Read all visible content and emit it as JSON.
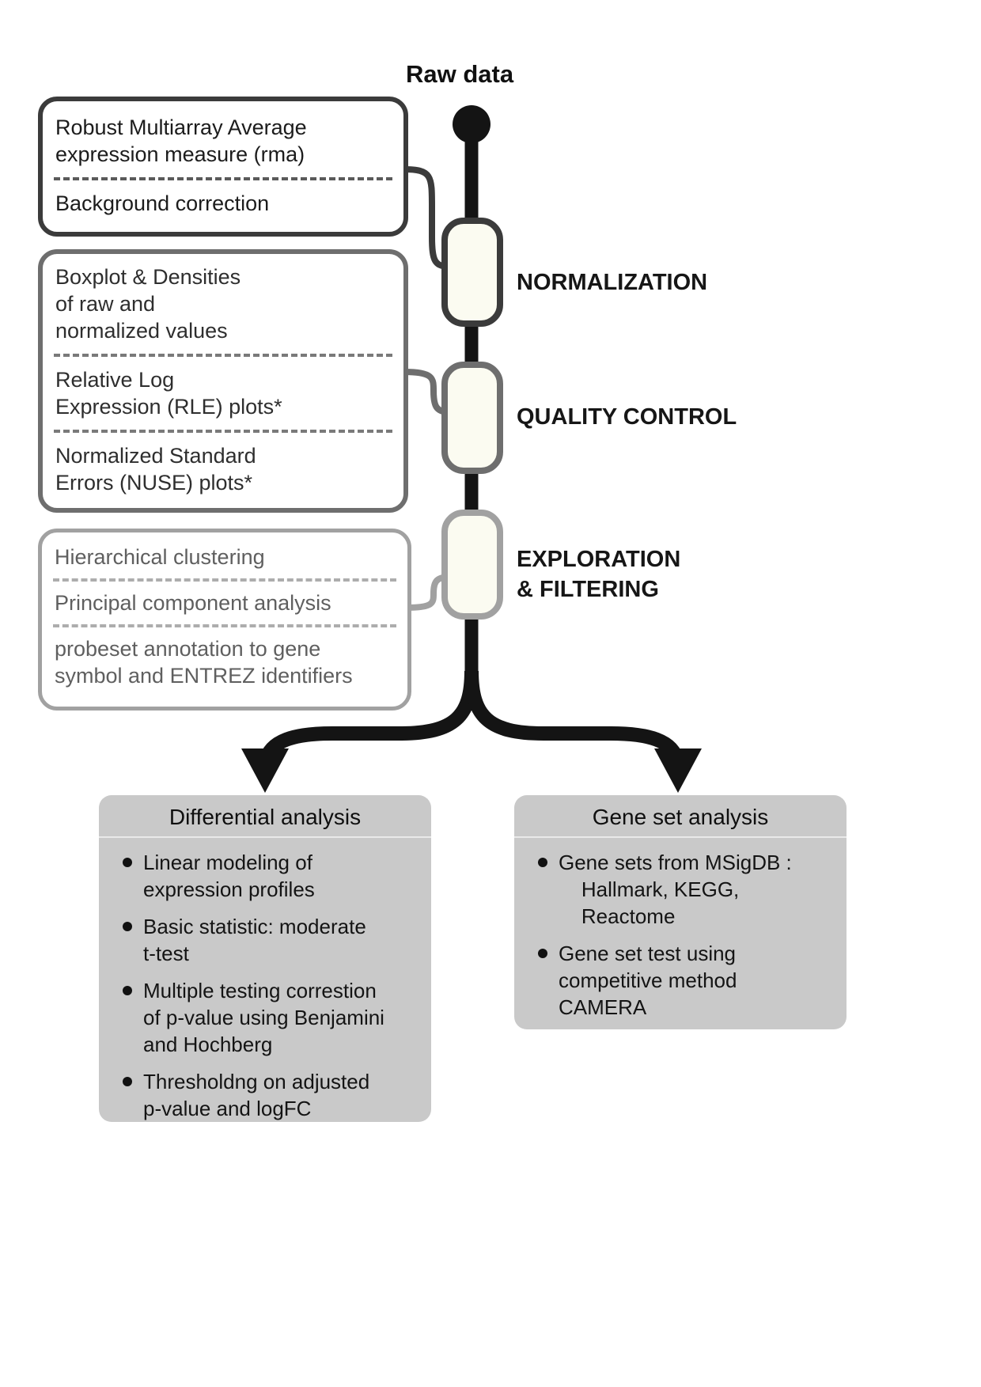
{
  "raw_data_label": "Raw data",
  "colors": {
    "spine": "#141414",
    "stage1_border": "#3b3b3b",
    "stage2_border": "#6e6e6e",
    "stage3_border": "#a1a1a1",
    "node_fill": "#fbfbf1",
    "bottom_box_fill": "#c9c9c9",
    "text_dark": "#1a1a1a",
    "text_gray": "#5f5f5f"
  },
  "stage_labels": [
    "NORMALIZATION",
    "QUALITY CONTROL",
    "EXPLORATION\n& FILTERING"
  ],
  "method_boxes": [
    {
      "items": [
        "Robust Multiarray Average\nexpression measure (rma)",
        "Background correction"
      ]
    },
    {
      "items": [
        "Boxplot & Densities\nof raw and\nnormalized values",
        "Relative Log\nExpression (RLE) plots*",
        "Normalized Standard\nErrors (NUSE) plots*"
      ]
    },
    {
      "items": [
        "Hierarchical clustering",
        "Principal component analysis",
        "probeset annotation to gene\nsymbol and ENTREZ identifiers"
      ]
    }
  ],
  "bottom_boxes": [
    {
      "title": "Differential analysis",
      "bullets": [
        "Linear modeling of\nexpression profiles",
        "Basic statistic: moderate\nt-test",
        "Multiple testing correstion\nof p-value using Benjamini\nand Hochberg",
        "Thresholdng on adjusted\np-value and logFC"
      ]
    },
    {
      "title": "Gene set analysis",
      "bullets": [
        "Gene sets from MSigDB :\n    Hallmark, KEGG,\n    Reactome",
        "Gene set test using\ncompetitive method\nCAMERA"
      ]
    }
  ]
}
